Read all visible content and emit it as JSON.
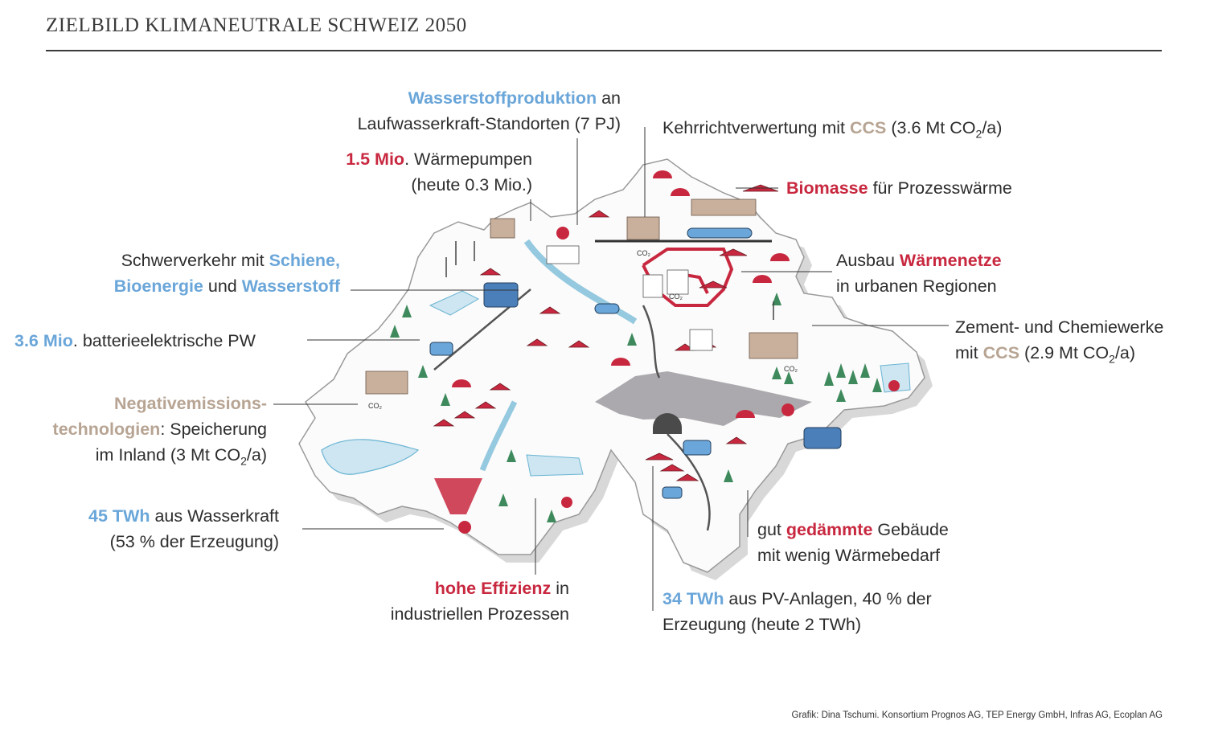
{
  "title": "ZIELBIILD KLIMANEUTRALE SCHWEIZ 2050",
  "labels": {
    "wasserstoff": {
      "l1_hl": "Wasserstoffproduktion",
      "l1_rest": " an",
      "l2": "Laufwasserkraft-Standorten (7 PJ)"
    },
    "waermepumpen": {
      "l1_hl": "1.5 Mio",
      "l1_rest": ". Wärmepumpen",
      "l2": "(heute 0.3 Mio.)"
    },
    "kehricht": {
      "l1_pre": "Kehrrichtverwertung mit ",
      "l1_hl": "CCS",
      "l1_post": " (3.6 Mt CO",
      "sub": "2",
      "l1_end": "/a)"
    },
    "biomasse": {
      "hl": "Biomasse",
      "rest": " für Prozesswärme"
    },
    "schwerverkehr": {
      "l1_pre": "Schwerverkehr mit ",
      "l1_hl": "Schiene,",
      "l2_hl1": "Bioenergie",
      "l2_mid": " und ",
      "l2_hl2": "Wasserstoff"
    },
    "waermenetze": {
      "l1_pre": "Ausbau ",
      "l1_hl": "Wärmenetze",
      "l2": "in urbanen Regionen"
    },
    "pw": {
      "hl": "3.6 Mio",
      "rest": ". batterieelektrische PW"
    },
    "zement": {
      "l1": "Zement- und Chemiewerke",
      "l2_pre": "mit ",
      "l2_hl": "CCS",
      "l2_post": " (2.9 Mt CO",
      "sub": "2",
      "l2_end": "/a)"
    },
    "negativ": {
      "l1_hl": "Negativemissions-",
      "l2_hl": "technologien",
      "l2_rest": ":  Speicherung",
      "l3_pre": "im Inland (3 Mt CO",
      "sub": "2",
      "l3_end": "/a)"
    },
    "wasserkraft": {
      "l1_hl": "45 TWh",
      "l1_rest": " aus Wasserkraft",
      "l2": "(53 % der Erzeugung)"
    },
    "gebaeude": {
      "l1_pre": "gut ",
      "l1_hl": "gedämmte",
      "l1_post": " Gebäude",
      "l2": "mit wenig Wärmebedarf"
    },
    "effizienz": {
      "l1_hl": "hohe Effizienz",
      "l1_rest": " in",
      "l2": "industriellen Prozessen"
    },
    "pv": {
      "l1_hl": "34 TWh",
      "l1_rest": " aus PV-Anlagen, 40 % der",
      "l2": "Erzeugung (heute 2 TWh)"
    }
  },
  "credit": "Grafik: Dina Tschumi. Konsortium Prognos AG, TEP Energy GmbH, Infras AG, Ecoplan AG",
  "map_marks": {
    "co2_a": "CO₂",
    "co2_b": "CO₂",
    "co2_c": "CO₂",
    "co2_d": "CO₂"
  },
  "colors": {
    "blue": "#6aa6d9",
    "red": "#c8283f",
    "tan": "#b7a493"
  }
}
